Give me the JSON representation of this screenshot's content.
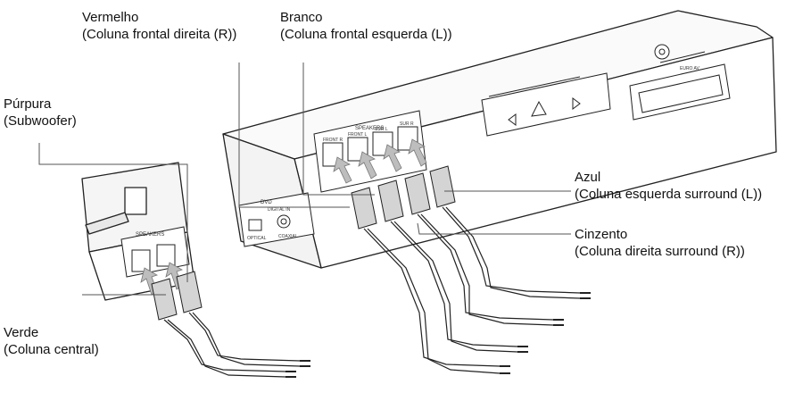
{
  "callouts": {
    "vermelho": {
      "color": "Vermelho",
      "desc": "(Coluna frontal direita (R))"
    },
    "branco": {
      "color": "Branco",
      "desc": "(Coluna frontal esquerda (L))"
    },
    "purpura": {
      "color": "Púrpura",
      "desc": "(Subwoofer)"
    },
    "azul": {
      "color": "Azul",
      "desc": "(Coluna esquerda surround (L))"
    },
    "cinzento": {
      "color": "Cinzento",
      "desc": "(Coluna direita surround (R))"
    },
    "verde": {
      "color": "Verde",
      "desc": "(Coluna central)"
    }
  },
  "device_markings": {
    "speakers": "SPEAKERS",
    "front_r": "FRONT R",
    "front_l": "FRONT L",
    "surr_l": "SUR L",
    "surr_r": "SUR R",
    "speakers_left": "SPEAKERS",
    "dvd_label": "DVD",
    "digital_in": "DIGITAL IN",
    "optical": "OPTICAL",
    "coaxial": "COAXIAL",
    "euro_av": "EURO AV"
  },
  "colors": {
    "line": "#222222",
    "panel_fill": "#ffffff",
    "connector_fill": "#d4d4d4",
    "arrow_fill": "#bdbdbd"
  }
}
